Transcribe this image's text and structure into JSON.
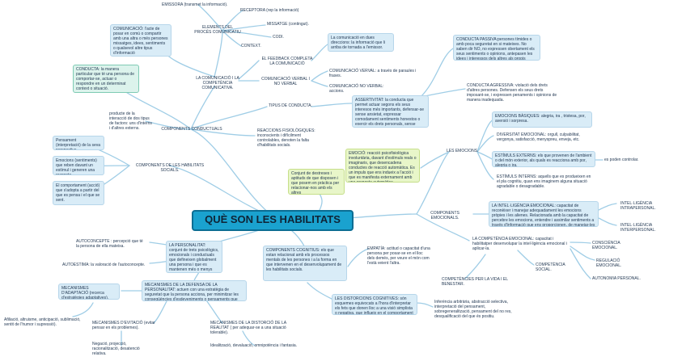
{
  "title": "QUÈ SON LES HABILITATS SOCIALS",
  "nodes": {
    "emissora": "EMISSORA (transmet la informació).",
    "receptora": "RECEPTORA (rep la informació)",
    "missatge": "MISSATGE (contingut).",
    "codi": "CODI.",
    "context": "CONTEXT.",
    "elements": "ELEMENTS DEL PROCÉS COMUNICATIU",
    "comunicacio_def": "COMUNICACIÓ: l'acte de posar en comú o compartir amb una altra o més persones missatges, idees, sentiments o qualsevol altre tipus d'informació",
    "comunicacio_competencia": "LA COMUNICACIÓ I LA COMPETÈNCIA COMUNICATIVA.",
    "feedback": "EL FEEDBACK COMPLETA LA COMUNICACIÓ",
    "feedback_desc": "La comunicació en dues direccions: la informació que li arriba de tornada a l'emissor.",
    "verbal": "COMUNICACIÓ VERBAL I NO VERBAL",
    "com_verbal": "COMUNICACIÓ VERVAL: a través de paraules i frases.",
    "com_no_verbal": "COMUNICACIÓ NO VERBAL: accions.",
    "conducta": "CONDUCTA: la manera particular que té una persona de comportar-se, actuar o respondre en un determinat context o situació.",
    "factors": "producte de la interacció de dos tipus de factors: uns d'interns i d'altres externs.",
    "comp_conductuals": "COMPONENTS CONDUCTUALS",
    "tipus_conducta": "TIPUS DE CONDUCTA.",
    "passiva": "CONDUCTA PASSIVA:persones tímides o amb poca seguretat en si mateixes. No saben dir NO, no expressen obertament els seus sentiments o opinions, antepasen les idees i interessos dels altres als propis",
    "agressiva": "CONDUCTA AGRESSIVA: violació dels drets d'altres persones. Defensen els seus drets imposant-se, i expressen penaments i opinions de manera inadequada.",
    "assertivitat": "ASSERTIVITAT: la conducta que permet actuar segons els seus interesos més importants, defensar-se sense ansietat, expressar comodament sentiments honestos o exercir els drets personals, sense negar els drets dels demés.",
    "reaccions": "REACCIONS FISIOLÒGIQUES: inconscients i difícilment controlables, denoten la falta d'habilitats socials.",
    "pensament": "Pensament (interpretació) de la seva perspectiva.",
    "emocions_aval": "Emocions (sentiments) que reben davant un estímul i generen una resposta.",
    "comportament": "El comportament (acció) que s'adopta a partir del que es pensa i el que se sent.",
    "comp_habilitats": "COMPONENTS DE LES HABILITATS SOCIALS.",
    "conjunt": "Conjunt de destreses i aptituds de que disposen i que posem en pràctica per relacionar-nos amb els altres",
    "emocio": "EMOCIÓ: reacció psicofisiològica involuntària, davant d'estímuls reals o imaginaris, que desencadena conductes de reacció automàtica. Es un impuls que ens indueix a l'acció i que es manifesta externament amb una resposta automàtica",
    "les_emocions": "LES EMOCIONS.",
    "basiques": "EMOCIONS BÀSIQUES: alegria, ira , tristesa, por, aversió i sorpresa.",
    "diversitat": "DIVERSITAT EMOCIONAL: orgull, culpabilitat, vergonya, satisfacció, menyspreu, enveja, etc.",
    "externs": "ESTÍMULS EXTERNS: els que provenen de l'ambient o del món exterior, als quals es reacciona amb por, alegria o ira.",
    "poden": "es poden controlar.",
    "interns": "ESTÍMULS INTERNS: aquells que es produeixen en el pla cognitiu, quan ens imaginem alguna situació agradable o desagradable.",
    "comp_emocionals": "COMPONENTS EMOCIONALS.",
    "intel_emocional": "LA INTEL·LIGÈNCIA EMOCIONAL: capacitat de reconèixer i manejar adequadament les emocions pròpies i les alienes. Relacionada amb la capacitat de percebre les emocions, entendre i assimilar sentiments a través d'informació que ens proporcionen, de manejar-les i utilitzar-les.",
    "intrapersonal": "INTEL·LIGÈNCIA INTRAPERSONAL.",
    "interpersonal": "INTEL·LIGÈNCIA INTERPERSONAL.",
    "comp_emocional": "LA COMPETÈNCIA EMOCIONAL: capacitat i habilitatper desenvolupar la intel·ligència emocional i aplicar-la.",
    "consciencia": "CONSCIÈNCIA EMOCIONAL.",
    "regulacio": "REGULACIÓ EMOCIONAL.",
    "comp_social": "COMPETÈNCIA SOCIAL.",
    "autonomia": "AUTONOMIA PERSONAL.",
    "vida": "COMPETÈNCIES PER LA VIDA I EL BENESTAR.",
    "empatia": "EMPATÍA: actitud o capacitat d'una persona per posar-se en el lloc dels demés, per veure el món com l'està veient l'altra.",
    "cognitius": "COMPONENTS COGNITIUS: els que estan relacionat amb els processos mentals de les persones i a la forma en que intervenen en el desenvolupament de les habilitats socials.",
    "distorsions": "LES DISTORCIONS COGNITIVES: són esquemes equivocats a l'hora d'interpretar els fets que donen lloc a una visió simplista o negativa, que influeix en el comportament de la persona.",
    "inferencia": "Inferència arbitrària, abstracció selectiva, interpretació del pensament, sobregeneralització, pensament del no res, desqualificació del que és positiu.",
    "autoconcepte": "AUTOCONCEPTE : percepció que té la persona de ella mateixa.",
    "autoestima": "AUTOESTIMA: la valoració de l'autoconcepte.",
    "personalitat": "LA PERSONALITAT: conjunt de trets psicològics, emocionals i conductuals que defineixen globalment una persona i que es mantenen més o menys estables al llarg de la seva vida",
    "defensa": "MECANISMES DE LA DEFENSA DE LA PERSONALITAT: actuen con una estratègia de seguretat que la persona acciona, per minimitzar les conseqüències d'esdeveniments o pensaments que poden amenaçar les seves defenses psicològiques.",
    "adaptacio": "MECANISMES D'ADAPTACIÓ (recerca d'estratègies adaptatives).",
    "afiliacio": "Afiliació, altruisme, anticipació, sublimació, sentit de l'humor i supressió).",
    "evitacio": "MECANISMES D'EVITACIÓ (evitar pensar en els problemes).",
    "negacio": "Negació, projecció, racionalització, desatenció relativa.",
    "distorsio_realitat": "MECANISMES DE LA DISTORCIÓ DE LA REALITAT ( per adequar-se a una situació tolerable).",
    "idealitzacio": "Idealització, devaluació, omnipotència i fantasia."
  }
}
